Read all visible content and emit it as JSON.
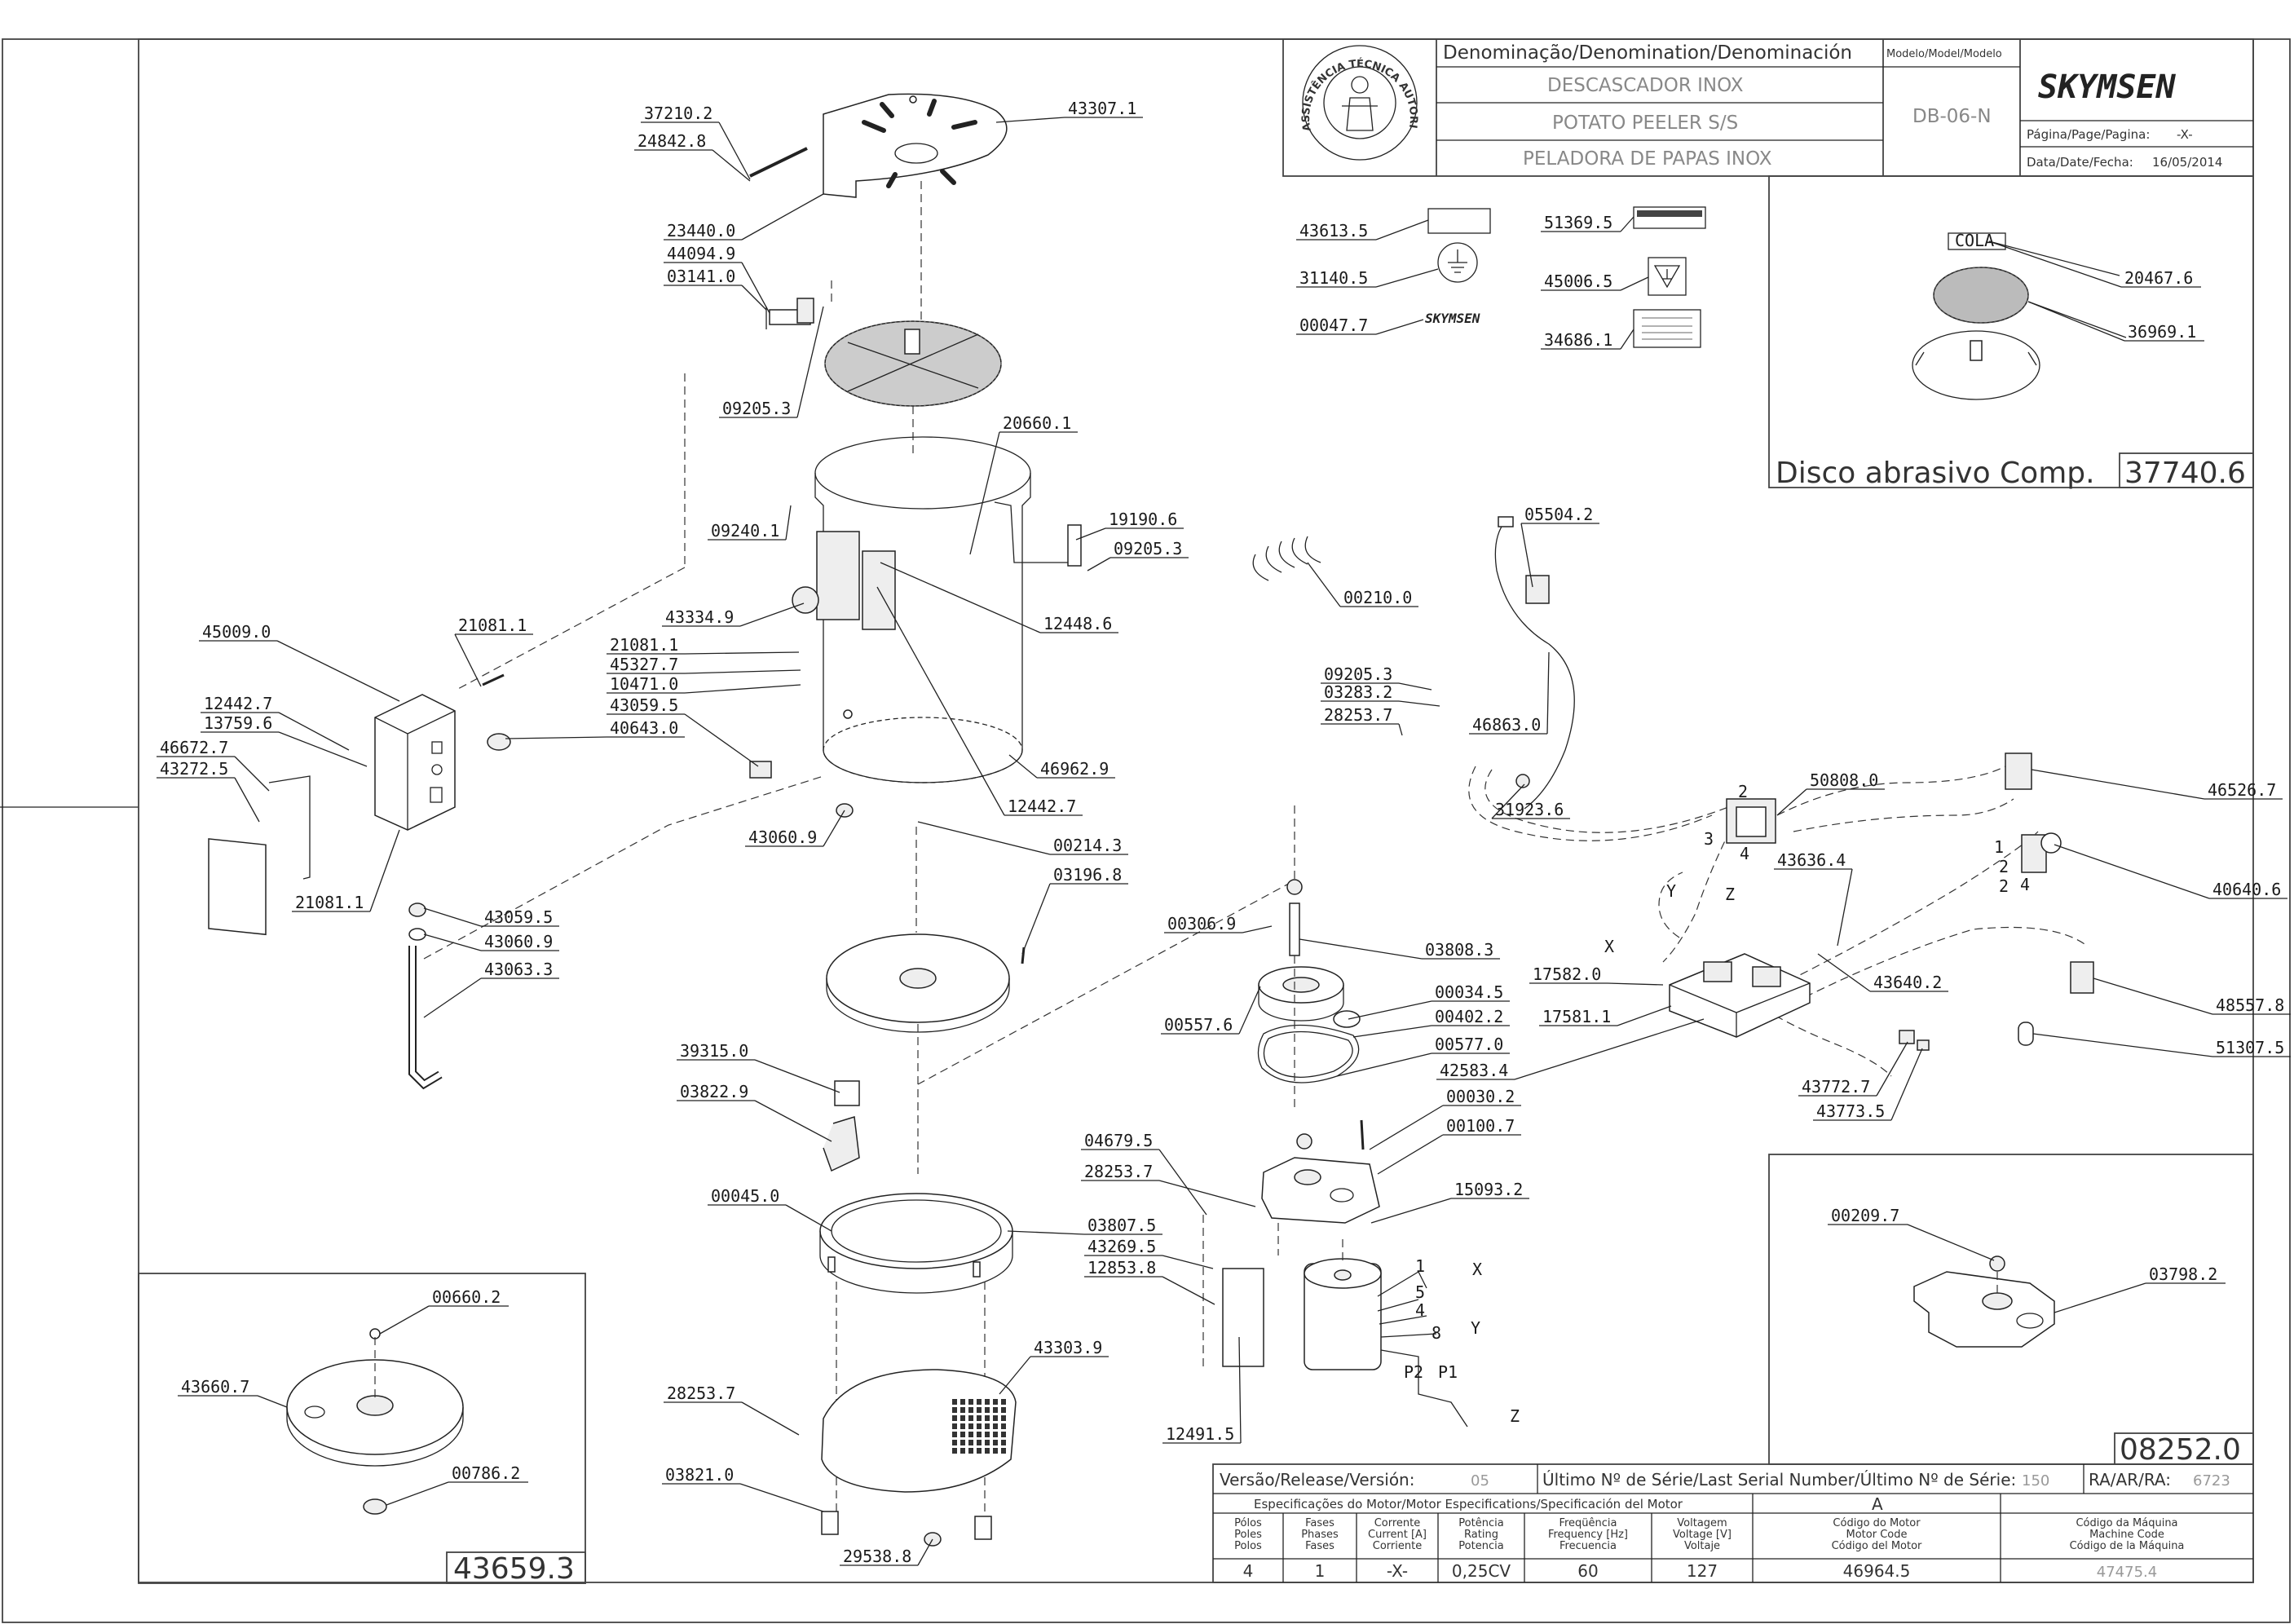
{
  "title_block": {
    "denomination_header": "Denominação/Denomination/Denominación",
    "names": [
      "DESCASCADOR INOX",
      "POTATO PEELER S/S",
      "PELADORA DE PAPAS INOX"
    ],
    "model_header": "Modelo/Model/Modelo",
    "model": "DB-06-N",
    "brand": "SKYMSEN",
    "page_label": "Página/Page/Pagina:",
    "page_value": "-X-",
    "date_label": "Data/Date/Fecha:",
    "date_value": "16/05/2014",
    "seal_text": "ASSISTÊNCIA TÉCNICA AUTORIZADA"
  },
  "symbols": [
    {
      "code": "43613.5",
      "icon": "blank-label"
    },
    {
      "code": "31140.5",
      "icon": "ground-symbol"
    },
    {
      "code": "00047.7",
      "icon": "skymsen-logo"
    },
    {
      "code": "51369.5",
      "icon": "warning-label"
    },
    {
      "code": "45006.5",
      "icon": "ground-triangle"
    },
    {
      "code": "34686.1",
      "icon": "warning-sticker"
    }
  ],
  "abrasive_disc_inset": {
    "cola_label": "COLA",
    "parts": [
      "20467.6",
      "36969.1"
    ],
    "caption": "Disco abrasivo Comp.",
    "caption_code": "37740.6"
  },
  "lid_inset": {
    "parts": [
      "00660.2",
      "43660.7",
      "00786.2"
    ],
    "code": "43659.3"
  },
  "plate_inset": {
    "parts": [
      "00209.7",
      "03798.2"
    ],
    "code": "08252.0"
  },
  "main_labels": [
    "37210.2",
    "24842.8",
    "43307.1",
    "23440.0",
    "44094.9",
    "03141.0",
    "09205.3",
    "20660.1",
    "19190.6",
    "09205.3",
    "09240.1",
    "43334.9",
    "12448.6",
    "21081.1",
    "45009.0",
    "21081.1",
    "45327.7",
    "10471.0",
    "43059.5",
    "40643.0",
    "12442.7",
    "13759.6",
    "46672.7",
    "43272.5",
    "46962.9",
    "12442.7",
    "43060.9",
    "00214.3",
    "21081.1",
    "43059.5",
    "43060.9",
    "43063.3",
    "03196.8",
    "00306.9",
    "03808.3",
    "00034.5",
    "00402.2",
    "00557.6",
    "00577.0",
    "39315.0",
    "03822.9",
    "42583.4",
    "00030.2",
    "00100.7",
    "04679.5",
    "28253.7",
    "15093.2",
    "00045.0",
    "03807.5",
    "43269.5",
    "12853.8",
    "43303.9",
    "28253.7",
    "12491.5",
    "03821.0",
    "29538.8",
    "05504.2",
    "00210.0",
    "09205.3",
    "03283.2",
    "28253.7",
    "46863.0",
    "31923.6",
    "50808.0",
    "46526.7",
    "43636.4",
    "40640.6",
    "17582.0",
    "43640.2",
    "17581.1",
    "48557.8",
    "51307.5",
    "43772.7",
    "43773.5"
  ],
  "wire_tags": [
    "2",
    "4",
    "3",
    "Y",
    "Z",
    "X",
    "1",
    "2",
    "2",
    "4",
    "1",
    "5",
    "4",
    "8",
    "X",
    "Y",
    "P2",
    "P1",
    "Z"
  ],
  "specs": {
    "version_label": "Versão/Release/Versión:",
    "version": "05",
    "serial_label": "Último Nº de Série/Last Serial Number/Último Nº de Série:",
    "serial": "150",
    "ra_label": "RA/AR/RA:",
    "ra": "6723",
    "motor_header": "Especificações do Motor/Motor Especifications/Specificación del Motor",
    "motor_rev": "A",
    "columns": [
      {
        "header": [
          "Pólos",
          "Poles",
          "Polos"
        ],
        "value": "4"
      },
      {
        "header": [
          "Fases",
          "Phases",
          "Fases"
        ],
        "value": "1"
      },
      {
        "header": [
          "Corrente",
          "Current [A]",
          "Corriente"
        ],
        "value": "-X-"
      },
      {
        "header": [
          "Potência",
          "Rating",
          "Potencia"
        ],
        "value": "0,25CV"
      },
      {
        "header": [
          "Freqüência",
          "Frequency [Hz]",
          "Frecuencia"
        ],
        "value": "60"
      },
      {
        "header": [
          "Voltagem",
          "Voltage [V]",
          "Voltaje"
        ],
        "value": "127"
      },
      {
        "header": [
          "Código do Motor",
          "Motor Code",
          "Código del Motor"
        ],
        "value": "46964.5"
      },
      {
        "header": [
          "Código da Máquina",
          "Machine Code",
          "Código de la Máquina"
        ],
        "value": "47475.4"
      }
    ]
  }
}
